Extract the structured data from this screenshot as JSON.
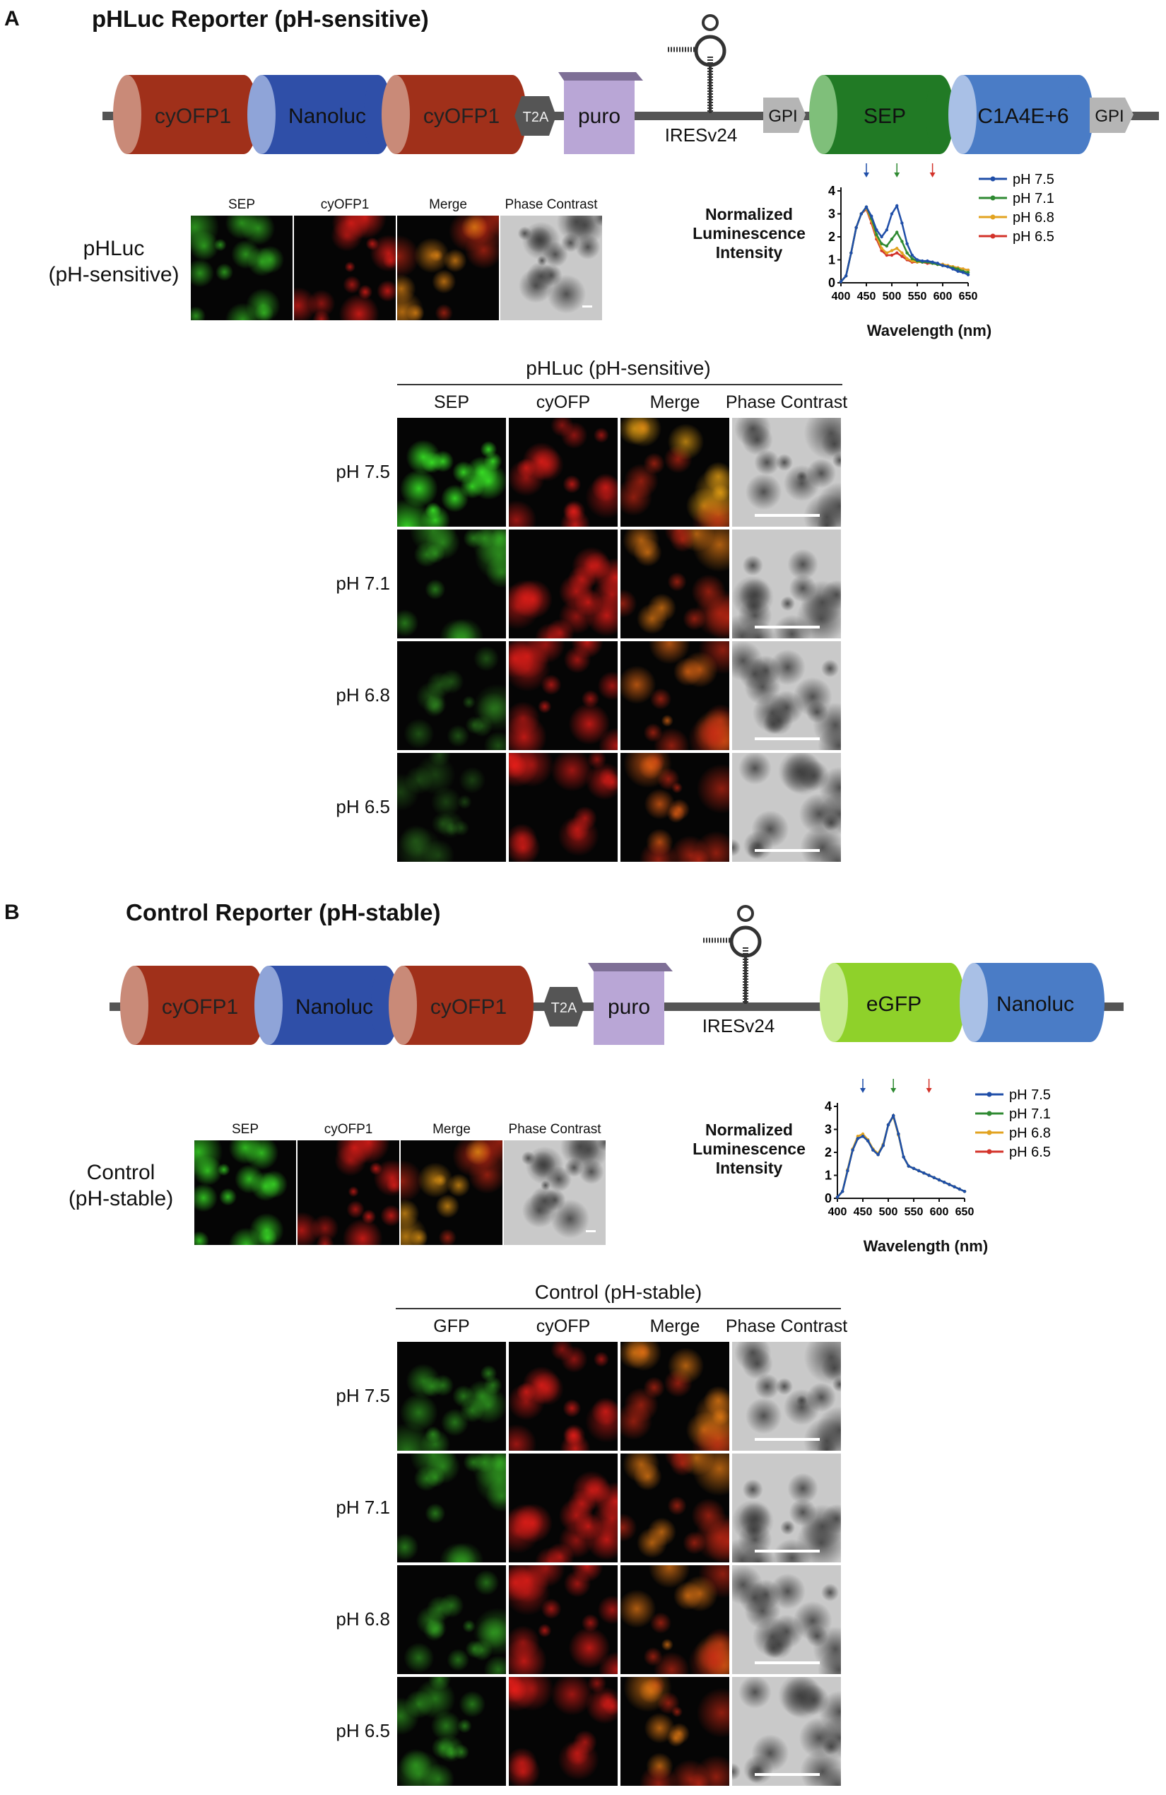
{
  "panel_a": {
    "letter": "A",
    "title": "pHLuc Reporter (pH-sensitive)",
    "construct": {
      "segments": [
        "cyOFP1",
        "Nanoluc",
        "cyOFP1",
        "T2A",
        "puro",
        "IRESv24",
        "GPI",
        "SEP",
        "C1A4E+6",
        "GPI"
      ]
    },
    "overview": {
      "side_label_1": "pHLuc",
      "side_label_2": "(pH-sensitive)",
      "columns": [
        "SEP",
        "cyOFP1",
        "Merge",
        "Phase Contrast"
      ]
    },
    "spectrum": {
      "ylabel_1": "Normalized",
      "ylabel_2": "Luminescence",
      "ylabel_3": "Intensity",
      "xlabel": "Wavelength (nm)"
    },
    "grid": {
      "header": "pHLuc (pH-sensitive)",
      "columns": [
        "SEP",
        "cyOFP",
        "Merge",
        "Phase Contrast"
      ],
      "rows": [
        "pH 7.5",
        "pH 7.1",
        "pH 6.8",
        "pH 6.5"
      ],
      "green_intensity": [
        1.0,
        0.55,
        0.32,
        0.2
      ]
    }
  },
  "panel_b": {
    "letter": "B",
    "title": "Control Reporter (pH-stable)",
    "construct": {
      "segments": [
        "cyOFP1",
        "Nanoluc",
        "cyOFP1",
        "T2A",
        "puro",
        "IRESv24",
        "eGFP",
        "Nanoluc"
      ]
    },
    "overview": {
      "side_label_1": "Control",
      "side_label_2": "(pH-stable)",
      "columns": [
        "SEP",
        "cyOFP1",
        "Merge",
        "Phase Contrast"
      ]
    },
    "spectrum": {
      "ylabel_1": "Normalized",
      "ylabel_2": "Luminescence",
      "ylabel_3": "Intensity",
      "xlabel": "Wavelength (nm)"
    },
    "grid": {
      "header": "Control (pH-stable)",
      "columns": [
        "GFP",
        "cyOFP",
        "Merge",
        "Phase Contrast"
      ],
      "rows": [
        "pH 7.5",
        "pH 7.1",
        "pH 6.8",
        "pH 6.5"
      ],
      "green_intensity": [
        0.55,
        0.55,
        0.5,
        0.55
      ]
    }
  },
  "colors": {
    "cyofp": "#a0301a",
    "nanoluc": "#2f4fa8",
    "puro": "#b9a6d6",
    "sep": "#217a25",
    "egfp": "#8fd12a",
    "c1a4e": "#4a7cc6",
    "gpi": "#b5b5b5",
    "t2a": "#555555",
    "ph75": "#1f4ea8",
    "ph71": "#2f8a32",
    "ph68": "#e2a320",
    "ph65": "#d3332a"
  },
  "chart_data": [
    {
      "type": "line",
      "title": "",
      "xlabel": "Wavelength (nm)",
      "ylabel": "Normalized Luminescence Intensity",
      "xlim": [
        400,
        650
      ],
      "ylim": [
        0,
        4
      ],
      "xticks": [
        400,
        450,
        500,
        550,
        600,
        650
      ],
      "yticks": [
        0,
        1,
        2,
        3,
        4
      ],
      "legend": "top-right",
      "x": [
        400,
        410,
        420,
        430,
        440,
        450,
        460,
        470,
        480,
        490,
        500,
        510,
        520,
        530,
        540,
        550,
        560,
        570,
        580,
        590,
        600,
        610,
        620,
        630,
        640,
        650
      ],
      "series": [
        {
          "name": "pH 7.5",
          "color": "#1f4ea8",
          "values": [
            0.05,
            0.3,
            1.3,
            2.4,
            3.0,
            3.3,
            2.9,
            2.3,
            2.0,
            2.3,
            3.0,
            3.35,
            2.6,
            1.7,
            1.2,
            1.0,
            0.95,
            0.95,
            0.9,
            0.85,
            0.75,
            0.7,
            0.6,
            0.5,
            0.45,
            0.35
          ]
        },
        {
          "name": "pH 7.1",
          "color": "#2f8a32",
          "values": [
            0.05,
            0.3,
            1.3,
            2.4,
            3.0,
            3.3,
            2.8,
            2.1,
            1.7,
            1.6,
            1.9,
            2.2,
            1.8,
            1.3,
            1.05,
            0.95,
            0.9,
            0.9,
            0.85,
            0.8,
            0.75,
            0.7,
            0.65,
            0.6,
            0.5,
            0.45
          ]
        },
        {
          "name": "pH 6.8",
          "color": "#e2a320",
          "values": [
            0.05,
            0.3,
            1.3,
            2.4,
            3.0,
            3.25,
            2.7,
            2.0,
            1.5,
            1.3,
            1.4,
            1.5,
            1.3,
            1.05,
            0.95,
            0.9,
            0.9,
            0.9,
            0.85,
            0.8,
            0.8,
            0.75,
            0.7,
            0.65,
            0.6,
            0.55
          ]
        },
        {
          "name": "pH 6.5",
          "color": "#d3332a",
          "values": [
            0.05,
            0.3,
            1.3,
            2.4,
            3.0,
            3.2,
            2.6,
            1.9,
            1.4,
            1.2,
            1.2,
            1.3,
            1.15,
            1.0,
            0.9,
            0.9,
            0.9,
            0.85,
            0.85,
            0.8,
            0.8,
            0.75,
            0.7,
            0.65,
            0.6,
            0.55
          ]
        }
      ]
    },
    {
      "type": "line",
      "title": "",
      "xlabel": "Wavelength (nm)",
      "ylabel": "Normalized Luminescence Intensity",
      "xlim": [
        400,
        650
      ],
      "ylim": [
        0,
        4
      ],
      "xticks": [
        400,
        450,
        500,
        550,
        600,
        650
      ],
      "yticks": [
        0,
        1,
        2,
        3,
        4
      ],
      "legend": "top-right",
      "x": [
        400,
        410,
        420,
        430,
        440,
        450,
        460,
        470,
        480,
        490,
        500,
        510,
        520,
        530,
        540,
        550,
        560,
        570,
        580,
        590,
        600,
        610,
        620,
        630,
        640,
        650
      ],
      "series": [
        {
          "name": "pH 7.5",
          "color": "#1f4ea8",
          "values": [
            0.05,
            0.3,
            1.2,
            2.1,
            2.6,
            2.7,
            2.5,
            2.1,
            1.9,
            2.3,
            3.2,
            3.6,
            2.8,
            1.8,
            1.4,
            1.3,
            1.2,
            1.1,
            1.0,
            0.9,
            0.8,
            0.7,
            0.6,
            0.5,
            0.4,
            0.3
          ]
        },
        {
          "name": "pH 7.1",
          "color": "#2f8a32",
          "values": [
            0.05,
            0.3,
            1.2,
            2.1,
            2.6,
            2.7,
            2.5,
            2.1,
            1.9,
            2.3,
            3.2,
            3.6,
            2.8,
            1.8,
            1.4,
            1.3,
            1.2,
            1.1,
            1.0,
            0.9,
            0.8,
            0.7,
            0.6,
            0.5,
            0.4,
            0.3
          ]
        },
        {
          "name": "pH 6.8",
          "color": "#e2a320",
          "values": [
            0.05,
            0.3,
            1.25,
            2.15,
            2.7,
            2.8,
            2.55,
            2.15,
            1.95,
            2.35,
            3.2,
            3.55,
            2.75,
            1.8,
            1.4,
            1.3,
            1.2,
            1.1,
            1.0,
            0.9,
            0.8,
            0.7,
            0.6,
            0.5,
            0.4,
            0.3
          ]
        },
        {
          "name": "pH 6.5",
          "color": "#d3332a",
          "values": [
            0.05,
            0.3,
            1.2,
            2.1,
            2.6,
            2.7,
            2.5,
            2.1,
            1.9,
            2.3,
            3.2,
            3.6,
            2.8,
            1.8,
            1.4,
            1.3,
            1.2,
            1.1,
            1.0,
            0.9,
            0.8,
            0.7,
            0.6,
            0.5,
            0.4,
            0.3
          ]
        }
      ]
    }
  ]
}
